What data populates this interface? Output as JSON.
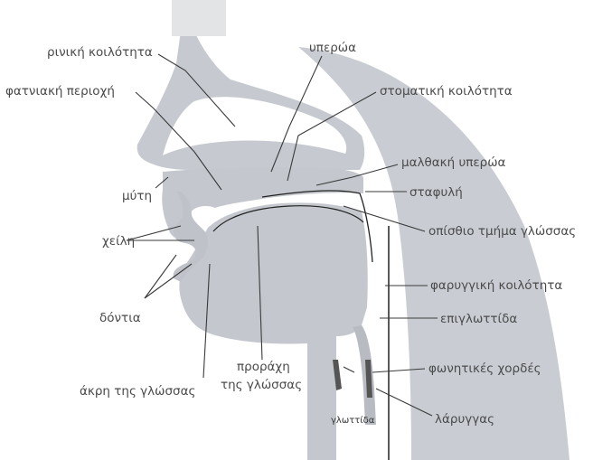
{
  "labels": {
    "nasal_cavity": "ρινική κοιλότητα",
    "palate": "υπερώα",
    "alveolar_region": "φατνιακή περιοχή",
    "oral_cavity": "στοματική κοιλότητα",
    "soft_palate": "μαλθακή υπερώα",
    "nose": "μύτη",
    "uvula": "σταφυλή",
    "lips": "χείλη",
    "back_of_tongue": "οπίσθιο τμήμα γλώσσας",
    "pharyngeal_cavity": "φαρυγγική κοιλότητα",
    "teeth": "δόντια",
    "epiglottis": "επιγλωττίδα",
    "blade_of_tongue_line1": "προράχη",
    "blade_of_tongue_line2": "της γλώσσας",
    "vocal_cords": "φωνητικές χορδές",
    "tip_of_tongue": "άκρη της γλώσσας",
    "glottis": "γλωττίδα",
    "larynx": "λάρυγγας"
  },
  "colors": {
    "tissue": "#c8ccd2",
    "tissue_dark": "#b3b8bf",
    "outline": "#222222",
    "text": "#4a4a4a"
  }
}
